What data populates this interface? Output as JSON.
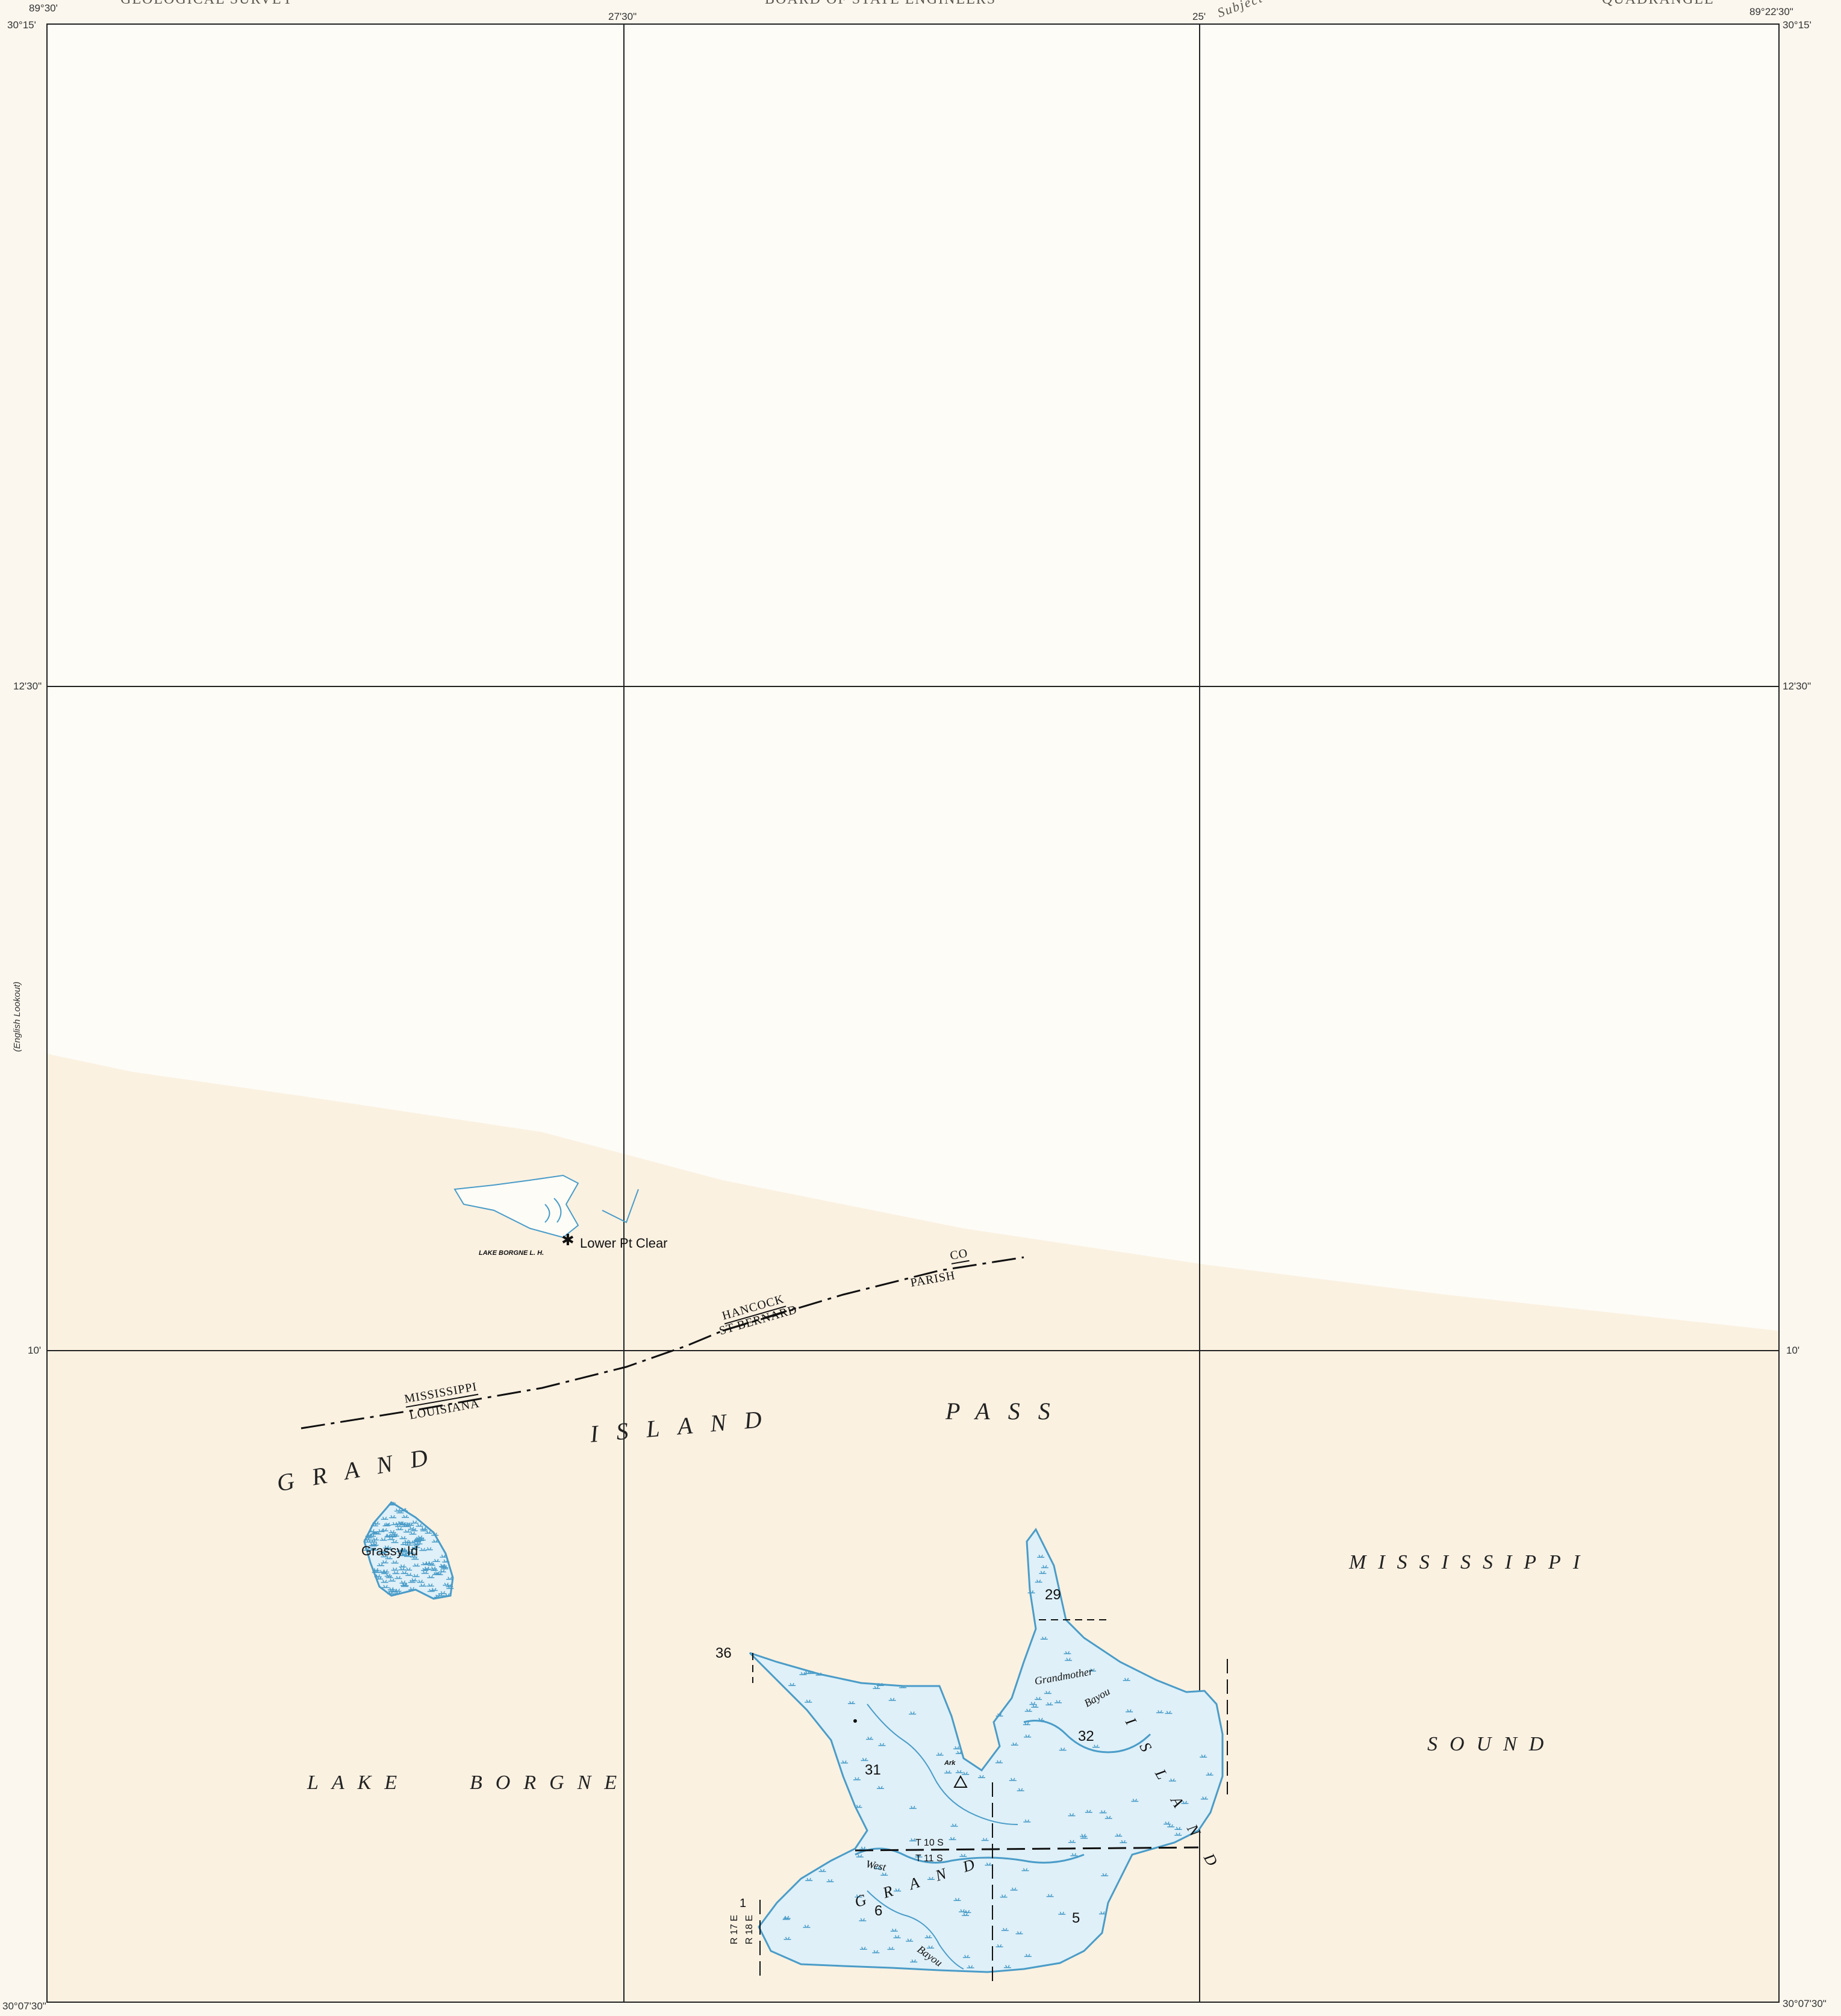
{
  "header": {
    "left": "GEOLOGICAL SURVEY",
    "center": "BOARD OF STATE ENGINEERS",
    "note": "Subject",
    "right": "QUADRANGLE"
  },
  "coords": {
    "top_left_lon": "89°30'",
    "top_left_lat": "30°15'",
    "top_mid_lon": "27'30\"",
    "top_right_mid_lon": "25'",
    "top_right_lon": "89°22'30\"",
    "top_right_lat": "30°15'",
    "left_mid_lat": "12'30\"",
    "right_mid_lat": "12'30\"",
    "left_lower_lat": "10'",
    "right_lower_lat": "10'",
    "bottom_left_lat": "30°07'30\"",
    "bottom_right_lat": "30°07'30\"",
    "side_note": "(English Lookout)"
  },
  "labels": {
    "grand": "GRAND",
    "island_pass": "ISLAND",
    "pass": "PASS",
    "mississippi_sound_1": "MISSISSIPPI",
    "mississippi_sound_2": "SOUND",
    "lake_borgne_1": "LAKE",
    "lake_borgne_2": "BORGNE",
    "grassy_id": "Grassy Id",
    "lower_pt_clear": "Lower Pt Clear",
    "lake_borgne_lh": "LAKE BORGNE L. H.",
    "grand_island_vertical": "I S L A N D",
    "grand_island_lower": "G R A N D",
    "ark": "Ark",
    "grandmother_bayou_1": "Grandmother",
    "grandmother_bayou_2": "Bayou",
    "west": "West",
    "bayou": "Bayou"
  },
  "boundaries": {
    "state_top": "MISSISSIPPI",
    "state_bottom": "LOUISIANA",
    "county_top": "HANCOCK",
    "county_bottom": "ST BERNARD",
    "co": "CO",
    "parish": "PARISH"
  },
  "sections": [
    "36",
    "29",
    "31",
    "32",
    "6",
    "5",
    "1"
  ],
  "township": {
    "t_top": "T 10 S",
    "t_bottom": "T 11 S",
    "r_left": "R 17 E",
    "r_right": "R 18 E"
  },
  "colors": {
    "land": "#fdfcf7",
    "water": "#fbf0df",
    "marsh": "#dff0f8",
    "marsh_edge": "#4a9cc8",
    "grid": "#222222"
  }
}
